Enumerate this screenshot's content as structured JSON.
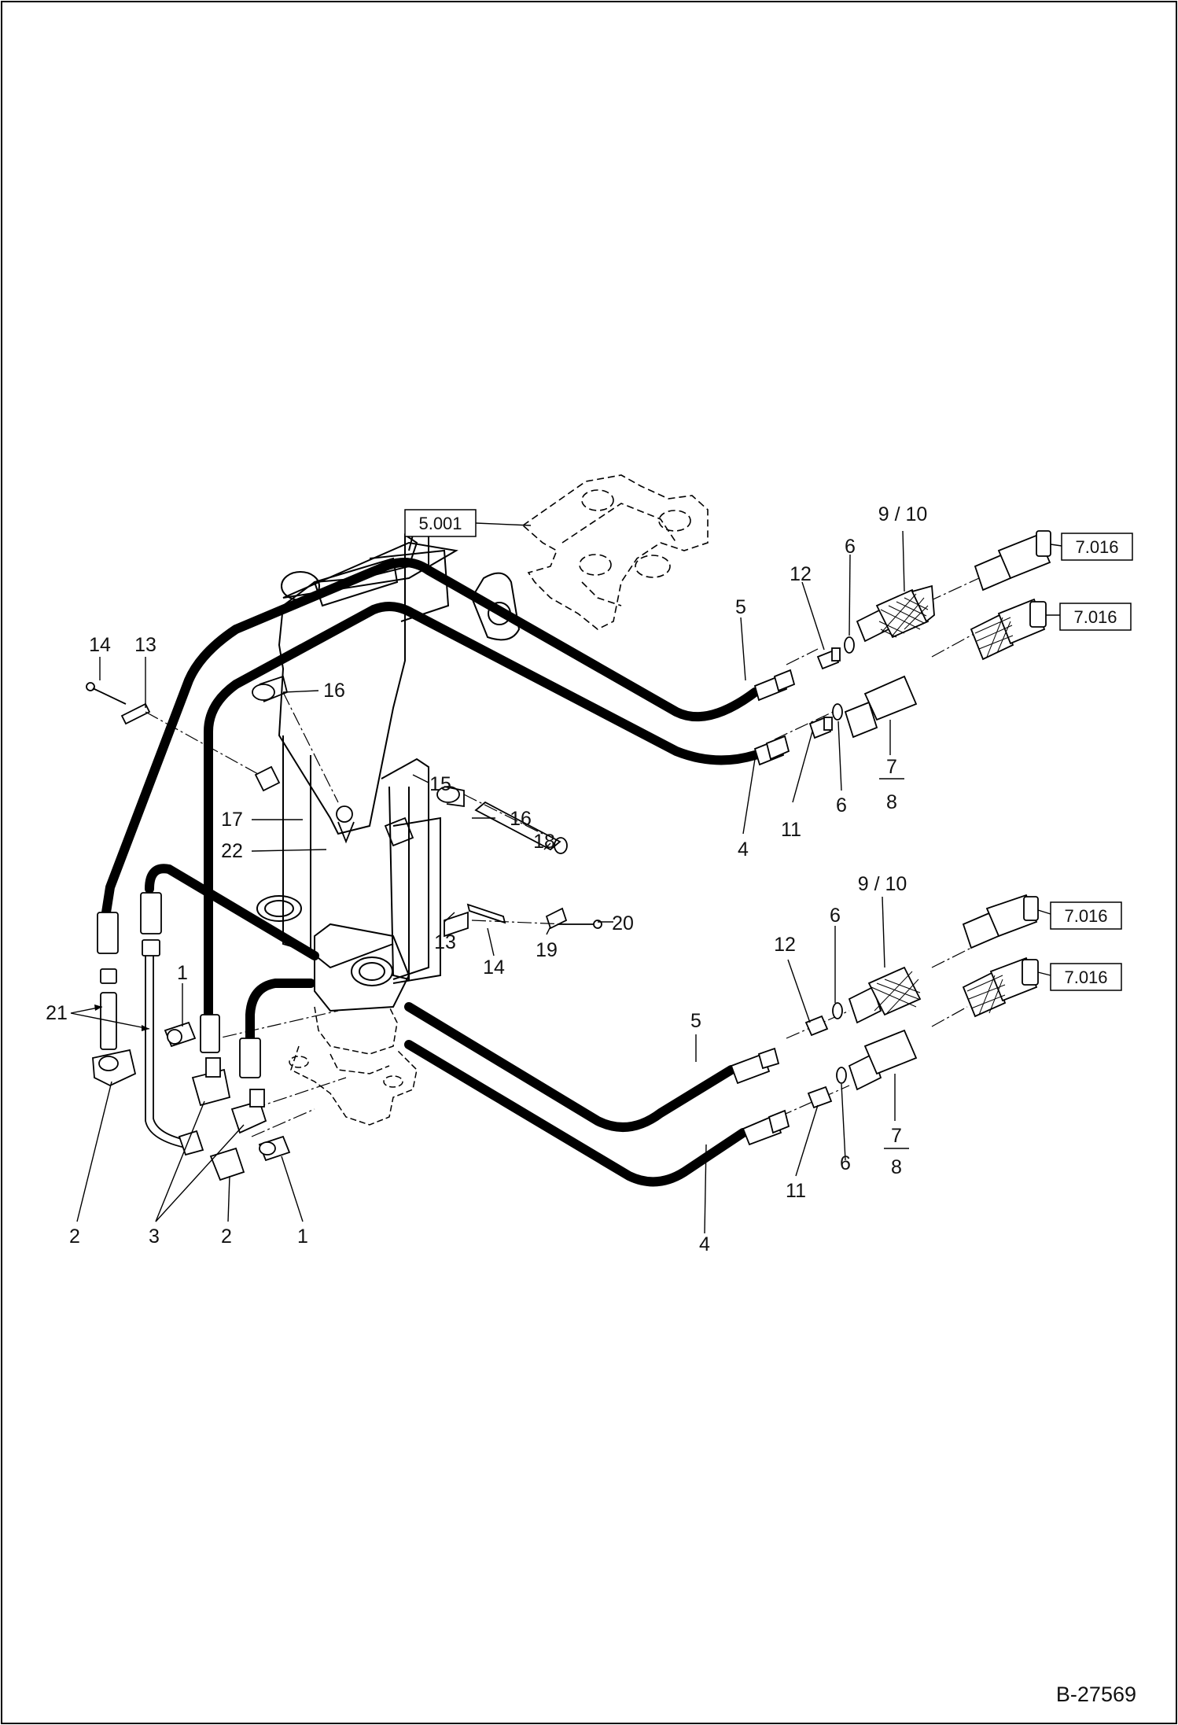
{
  "drawing": {
    "document_number": "B-27569",
    "reference_boxes": [
      "5.001",
      "7.016",
      "7.016",
      "7.016",
      "7.016"
    ],
    "callouts": [
      "14",
      "13",
      "16",
      "15",
      "17",
      "22",
      "16",
      "18",
      "13",
      "14",
      "19",
      "20",
      "1",
      "21",
      "2",
      "3",
      "2",
      "1",
      "5",
      "12",
      "6",
      "9 / 10",
      "7",
      "8",
      "4",
      "11",
      "6",
      "5",
      "12",
      "6",
      "9 / 10",
      "7",
      "8",
      "4",
      "11",
      "6"
    ]
  }
}
